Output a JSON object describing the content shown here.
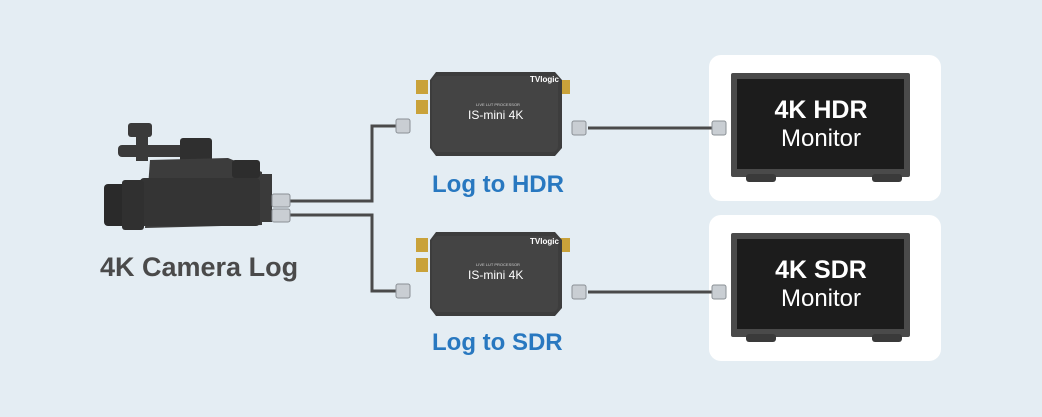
{
  "camera": {
    "label": "4K Camera Log"
  },
  "converters": [
    {
      "label": "Log to HDR",
      "brand": "TVlogic",
      "model": "IS-mini 4K",
      "subtitle": "LIVE LUT PROCESSOR"
    },
    {
      "label": "Log to SDR",
      "brand": "TVlogic",
      "model": "IS-mini 4K",
      "subtitle": "LIVE LUT PROCESSOR"
    }
  ],
  "monitors": [
    {
      "line1": "4K HDR",
      "line2": "Monitor"
    },
    {
      "line1": "4K SDR",
      "line2": "Monitor"
    }
  ],
  "colors": {
    "background": "#e4edf3",
    "accent": "#2878c0",
    "cable": "#4a4a4a",
    "device": "#3a3a3a",
    "connector_gold": "#c9a23a"
  }
}
